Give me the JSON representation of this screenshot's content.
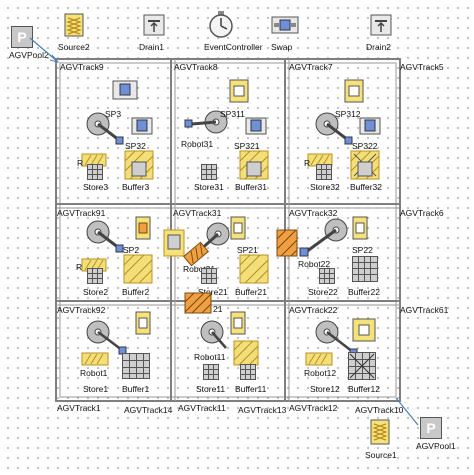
{
  "top_objects": {
    "source2": "Source2",
    "drain1": "Drain1",
    "event_controller": "EventController",
    "swap": "Swap",
    "drain2": "Drain2"
  },
  "pools": {
    "pool_glyph": "P",
    "agv_pool2": "AGVPool2",
    "agv_pool1": "AGVPool1"
  },
  "source1": "Source1",
  "tracks": {
    "t9": "AGVTrack9",
    "t8": "AGVTrack8",
    "t7": "AGVTrack7",
    "t5": "AGVTrack5",
    "t91": "AGVTrack91",
    "t31": "AGVTrack31",
    "t32": "AGVTrack32",
    "t6": "AGVTrack6",
    "t92": "AGVTrack92",
    "t22": "AGVTrack22",
    "t61": "AGVTrack61",
    "t1": "AGVTrack1",
    "t14": "AGVTrack14",
    "t11": "AGVTrack11",
    "t13": "AGVTrack13",
    "t12": "AGVTrack12",
    "t10": "AGVTrack10"
  },
  "cells": {
    "r1": {
      "c1": {
        "sp_a": "SP3",
        "sp_b": "SP32",
        "robot": "R",
        "store": "Store3",
        "buffer": "Buffer3"
      },
      "c2": {
        "sp_a": "SP311",
        "sp_b": "SP321",
        "robot": "Robot31",
        "store": "Store31",
        "buffer": "Buffer31"
      },
      "c3": {
        "sp_a": "SP312",
        "sp_b": "SP322",
        "robot": "R",
        "store": "Store32",
        "buffer": "Buffer32"
      }
    },
    "r2": {
      "c1": {
        "sp": "SP2",
        "robot": "R",
        "store": "Store2",
        "buffer": "Buffer2"
      },
      "c2": {
        "sp": "SP21",
        "robot": "Robot21",
        "store": "Store21",
        "buffer": "Buffer21"
      },
      "c3": {
        "sp": "SP22",
        "robot": "Robot22",
        "store": "Store22",
        "buffer": "Buffer22"
      }
    },
    "r3": {
      "c1": {
        "robot": "Robot1",
        "store": "Store1",
        "buffer": "Buffer1"
      },
      "c2": {
        "sp": "21",
        "robot": "Robot11",
        "store": "Store11",
        "buffer": "Buffer11"
      },
      "c3": {
        "robot": "Robot12",
        "store": "Store12",
        "buffer": "Buffer12"
      }
    }
  },
  "colors": {
    "track": "#7f7f7f",
    "source_fill": "#f6e27a",
    "station_blue": "#6f8fd6",
    "agv_orange": "#f0a040",
    "robot_gray": "#bfbfbf"
  }
}
